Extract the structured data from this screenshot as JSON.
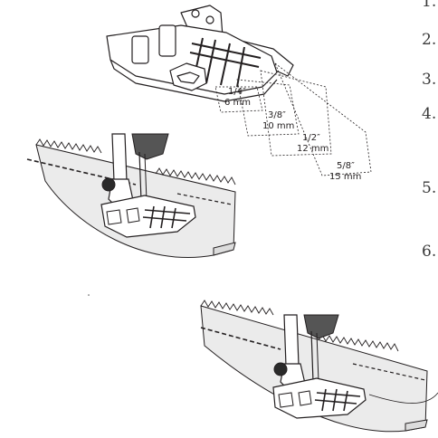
{
  "steps": [
    "1.",
    "2.",
    "3.",
    "4.",
    "5.",
    "6."
  ],
  "guides": [
    {
      "inch": "1/4″",
      "mm": "6 mm"
    },
    {
      "inch": "3/8″",
      "mm": "10 mm"
    },
    {
      "inch": "1/2″",
      "mm": "12 mm"
    },
    {
      "inch": "5/8″",
      "mm": "15 mm"
    }
  ]
}
